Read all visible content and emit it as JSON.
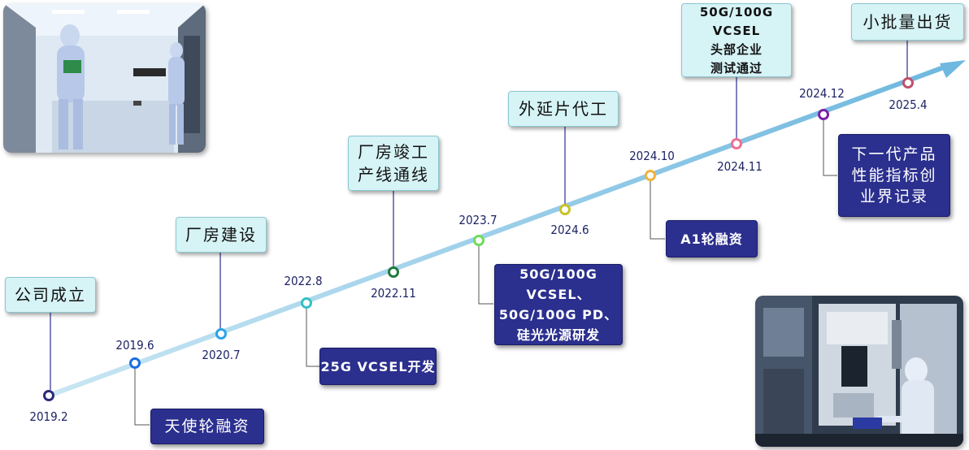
{
  "milestones": [
    {
      "id": "founded",
      "label": "公司成立"
    },
    {
      "id": "factory-build",
      "label": "厂房建设"
    },
    {
      "id": "factory-complete",
      "label": "厂房竣工\n产线通线"
    },
    {
      "id": "epi-foundry",
      "label": "外延片代工"
    },
    {
      "id": "vcsel-test",
      "label": "50G/100G VCSEL\n头部企业\n测试通过"
    },
    {
      "id": "small-batch",
      "label": "小批量出货"
    }
  ],
  "events": [
    {
      "id": "angel-round",
      "label": "天使轮融资"
    },
    {
      "id": "vcsel-25g",
      "label": "25G VCSEL开发"
    },
    {
      "id": "rd-50g",
      "label": "50G/100G VCSEL、\n50G/100G PD、\n硅光光源研发"
    },
    {
      "id": "a1-round",
      "label": "A1轮融资"
    },
    {
      "id": "next-gen",
      "label": "下一代产品\n性能指标创\n业界记录"
    }
  ],
  "dates": [
    {
      "id": "2019-2",
      "label": "2019.2",
      "color": "#2b2a7a"
    },
    {
      "id": "2019-6",
      "label": "2019.6",
      "color": "#1a6fe0"
    },
    {
      "id": "2020-7",
      "label": "2020.7",
      "color": "#2aa3e8"
    },
    {
      "id": "2022-8",
      "label": "2022.8",
      "color": "#36c0c4"
    },
    {
      "id": "2022-11",
      "label": "2022.11",
      "color": "#1f7a3c"
    },
    {
      "id": "2023-7",
      "label": "2023.7",
      "color": "#6fdc5a"
    },
    {
      "id": "2024-6",
      "label": "2024.6",
      "color": "#c8c22a"
    },
    {
      "id": "2024-10",
      "label": "2024.10",
      "color": "#f2b23a"
    },
    {
      "id": "2024-11",
      "label": "2024.11",
      "color": "#ee6f93"
    },
    {
      "id": "2024-12",
      "label": "2024.12",
      "color": "#7a1fa6"
    },
    {
      "id": "2025-4",
      "label": "2025.4",
      "color": "#c0506b"
    }
  ],
  "colors": {
    "axis": "#9fd2ea",
    "milestone_fill": "#d6f3f6",
    "event_fill": "#2b2f8e",
    "date_text": "#1e2466"
  }
}
